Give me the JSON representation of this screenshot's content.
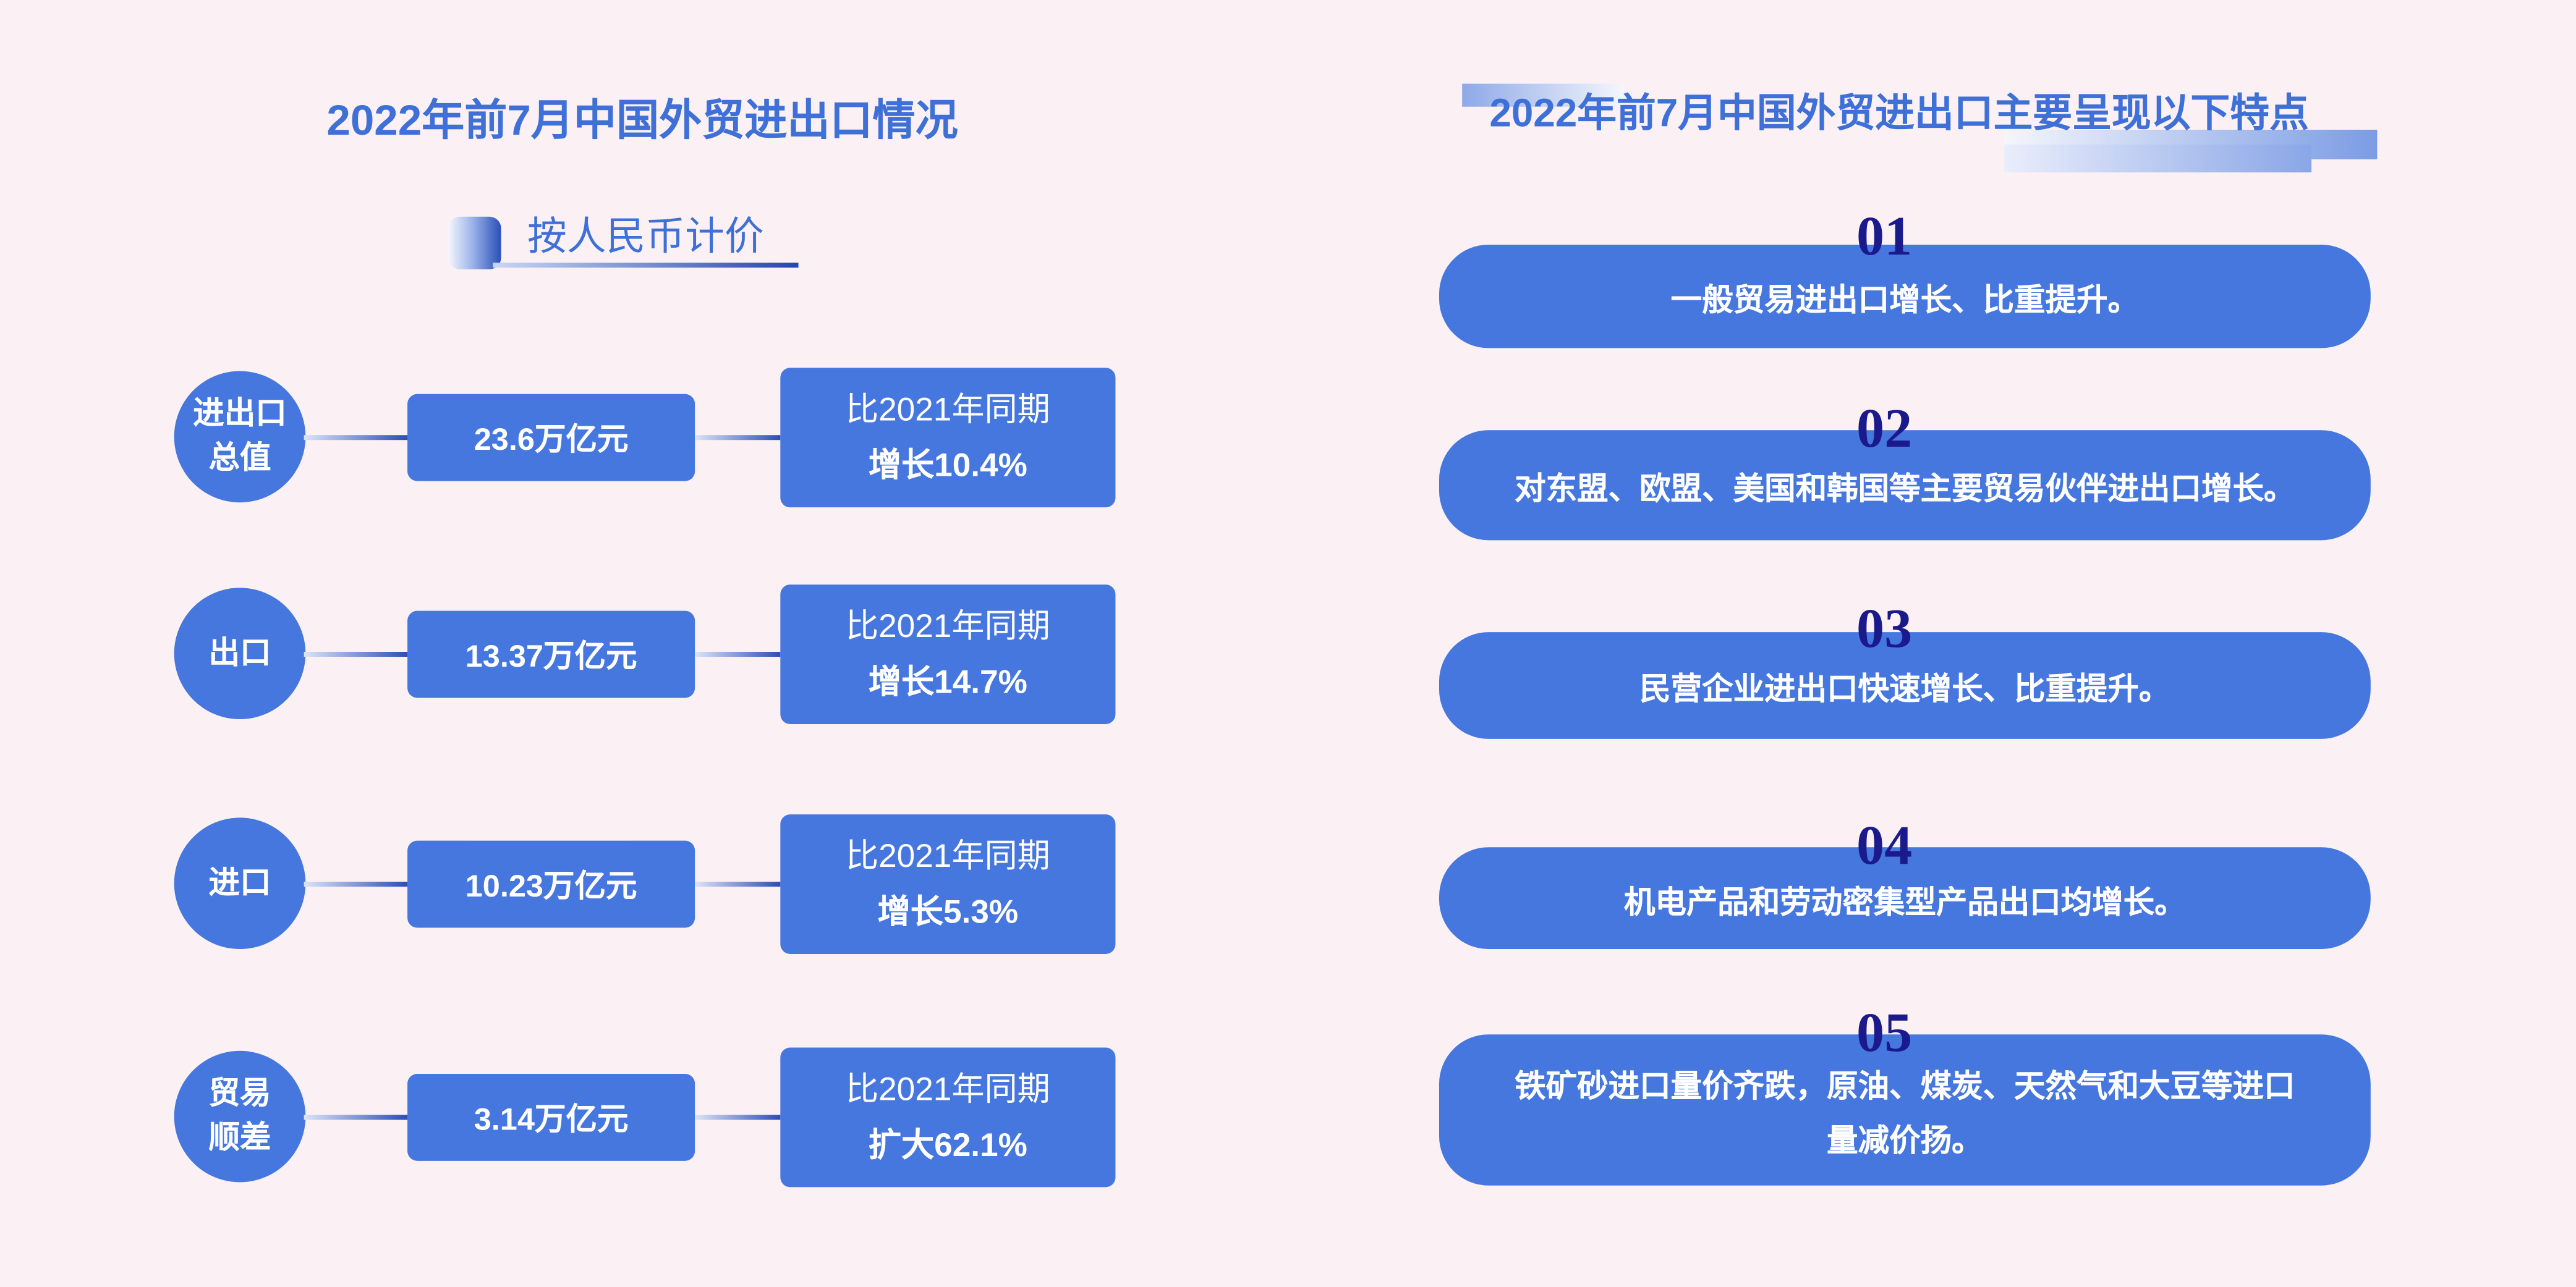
{
  "colors": {
    "background": "#fbf1f4",
    "accent": "#4677de",
    "title": "#3e70d7",
    "number": "#1b1a8c",
    "text_on_accent": "#ffffff"
  },
  "left": {
    "title": "2022年前7月中国外贸进出口情况",
    "subtitle": "按人民币计价",
    "rows": [
      {
        "label": [
          "进出口",
          "总值"
        ],
        "value": "23.6万亿元",
        "compare": "比2021年同期",
        "change": "增长10.4%"
      },
      {
        "label": [
          "出口"
        ],
        "value": "13.37万亿元",
        "compare": "比2021年同期",
        "change": "增长14.7%"
      },
      {
        "label": [
          "进口"
        ],
        "value": "10.23万亿元",
        "compare": "比2021年同期",
        "change": "增长5.3%"
      },
      {
        "label": [
          "贸易",
          "顺差"
        ],
        "value": "3.14万亿元",
        "compare": "比2021年同期",
        "change": "扩大62.1%"
      }
    ]
  },
  "right": {
    "title": "2022年前7月中国外贸进出口主要呈现以下特点",
    "items": [
      {
        "number": "01",
        "lines": [
          "一般贸易进出口增长、比重提升。"
        ]
      },
      {
        "number": "02",
        "lines": [
          "对东盟、欧盟、美国和韩国等主要贸易伙伴进出口增长。"
        ]
      },
      {
        "number": "03",
        "lines": [
          "民营企业进出口快速增长、比重提升。"
        ]
      },
      {
        "number": "04",
        "lines": [
          "机电产品和劳动密集型产品出口均增长。"
        ]
      },
      {
        "number": "05",
        "lines": [
          "铁矿砂进口量价齐跌，原油、煤炭、天然气和大豆等进口",
          "量减价扬。"
        ]
      }
    ]
  }
}
